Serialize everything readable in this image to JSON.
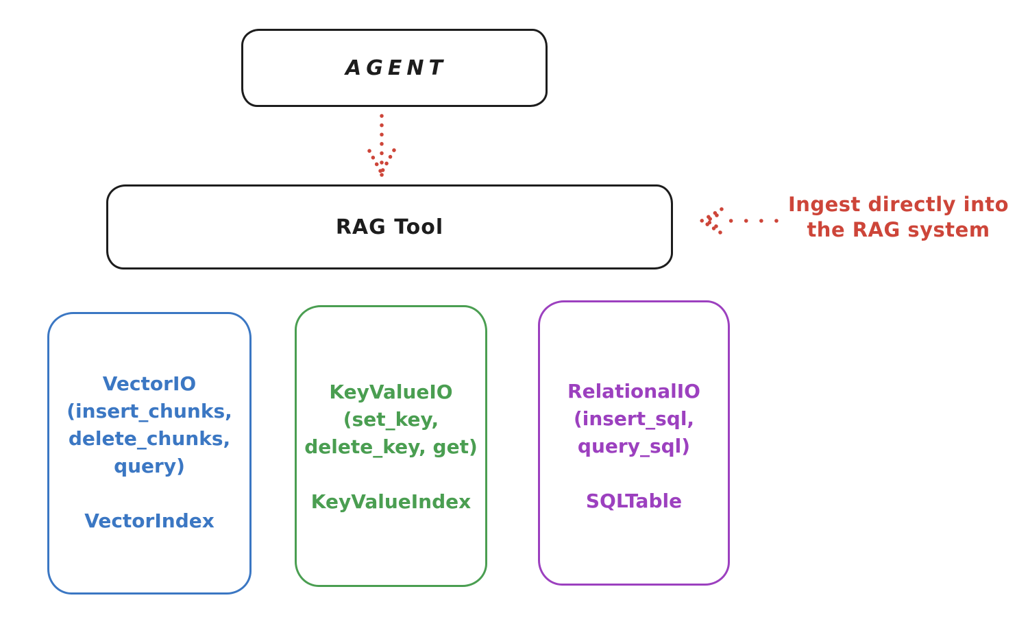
{
  "diagram": {
    "title_hint": "RAG Tool architecture sketch",
    "colors": {
      "ink": "#1d1d1d",
      "red": "#cd4539",
      "blue": "#3b77c3",
      "green": "#4a9e51",
      "purple": "#9c40bf"
    },
    "agent": {
      "label": "AGENT"
    },
    "rag_tool": {
      "label": "RAG Tool"
    },
    "annotation": {
      "line1": "Ingest directly into",
      "line2": "the RAG system"
    },
    "arrows": [
      {
        "name": "agent-to-rag-tool",
        "style": "dotted",
        "color": "#cd4539",
        "direction": "down"
      },
      {
        "name": "annotation-to-rag-tool",
        "style": "dotted",
        "color": "#cd4539",
        "direction": "left"
      }
    ],
    "nodes": [
      {
        "id": "vector-io",
        "color": "#3b77c3",
        "lines": [
          "VectorIO",
          "(insert_chunks,",
          "delete_chunks,",
          "query)"
        ],
        "index_label": "VectorIndex"
      },
      {
        "id": "keyvalue-io",
        "color": "#4a9e51",
        "lines": [
          "KeyValueIO",
          "(set_key,",
          "delete_key, get)"
        ],
        "index_label": "KeyValueIndex"
      },
      {
        "id": "relational-io",
        "color": "#9c40bf",
        "lines": [
          "RelationalIO",
          "(insert_sql,",
          "query_sql)"
        ],
        "index_label": "SQLTable"
      }
    ]
  }
}
